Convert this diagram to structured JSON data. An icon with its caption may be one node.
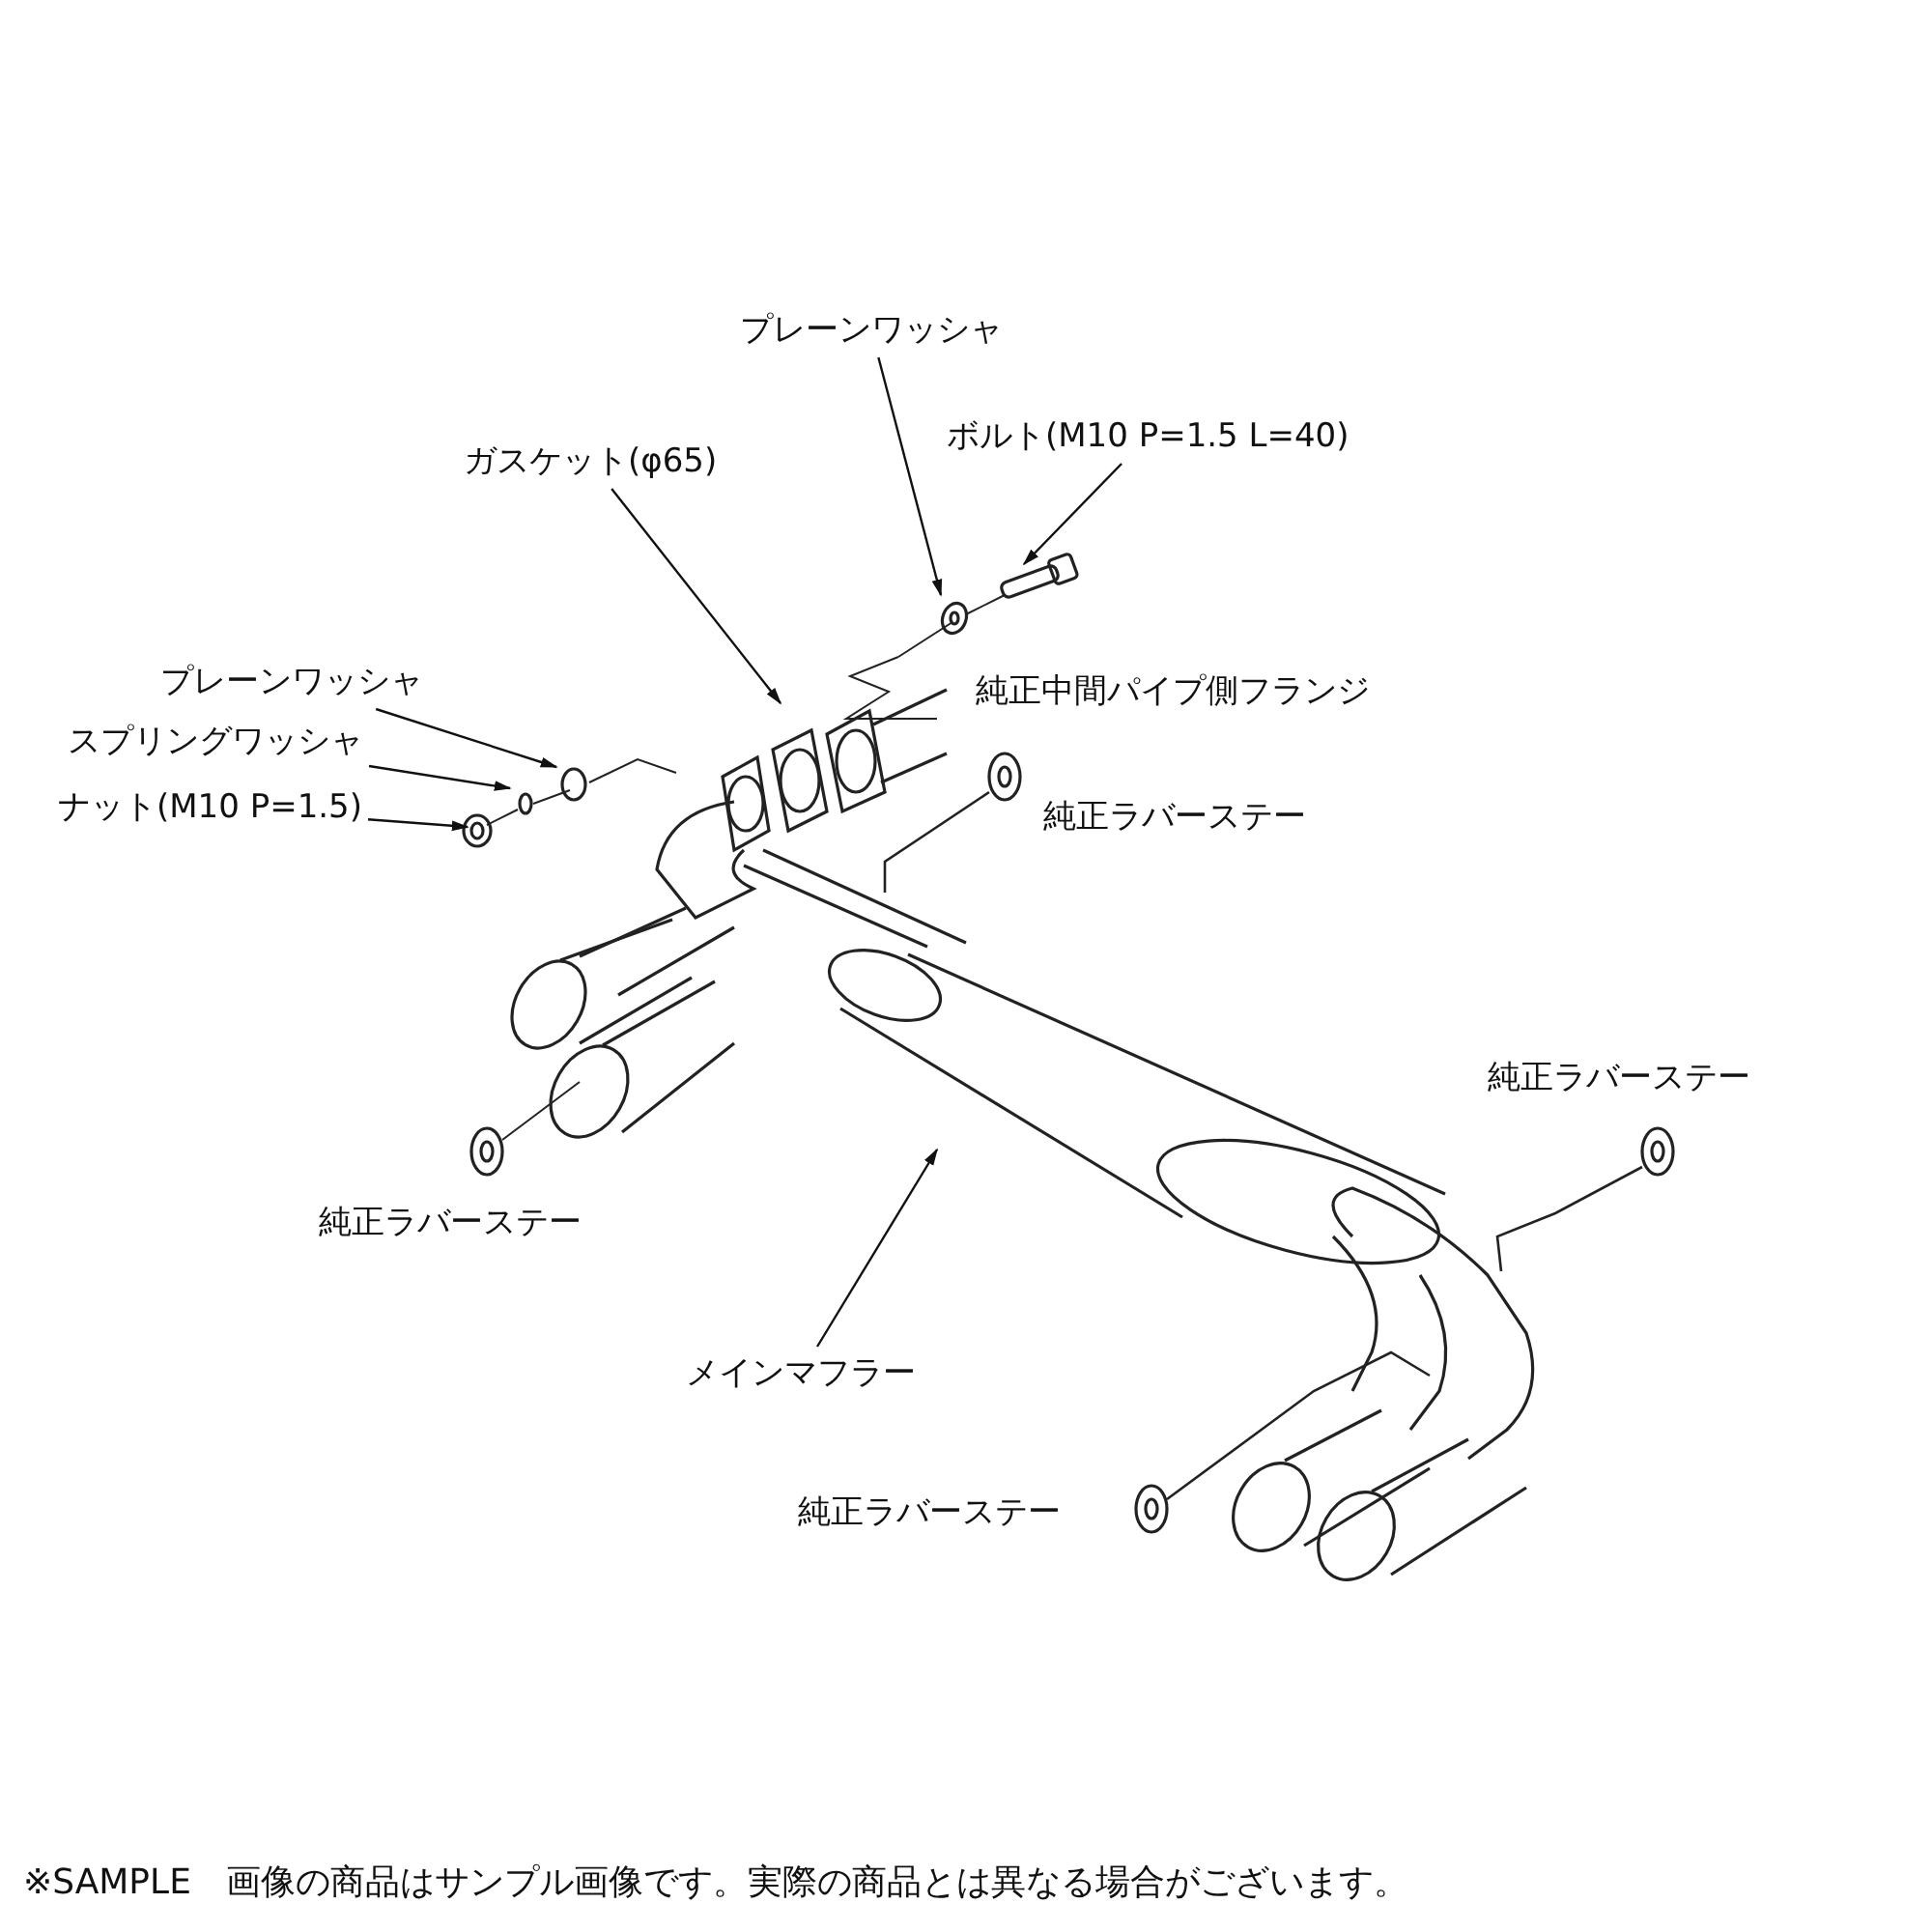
{
  "diagram": {
    "nodes": [
      {
        "text": [
          "プレーンワッシャ"
        ]
      },
      {
        "text": [
          "ボルト(M10 P=1.5 L=40)"
        ]
      },
      {
        "text": [
          "ガスケット(φ65)"
        ]
      },
      {
        "text": [
          "プレーンワッシャ"
        ]
      },
      {
        "text": [
          "スプリングワッシャ"
        ]
      },
      {
        "text": [
          "ナット(M10 P=1.5)"
        ]
      },
      {
        "text": [
          "メインマフラー"
        ]
      }
    ],
    "edges": [
      {
        "from": 0,
        "to": null,
        "arrow": "to"
      },
      {
        "from": 1,
        "to": null,
        "arrow": "to"
      },
      {
        "from": 2,
        "to": null,
        "arrow": "to"
      },
      {
        "from": 3,
        "to": null,
        "arrow": "to"
      },
      {
        "from": 4,
        "to": null,
        "arrow": "to"
      },
      {
        "from": 5,
        "to": null,
        "arrow": "to"
      },
      {
        "from": 6,
        "to": null,
        "arrow": "to"
      }
    ],
    "labels": [
      "純正中間パイプ側フランジ",
      "純正ラバーステー",
      "純正ラバーステー",
      "純正ラバーステー",
      "純正ラバーステー",
      "※SAMPLE　画像の商品はサンプル画像です。実際の商品とは異なる場合がございます。"
    ]
  }
}
